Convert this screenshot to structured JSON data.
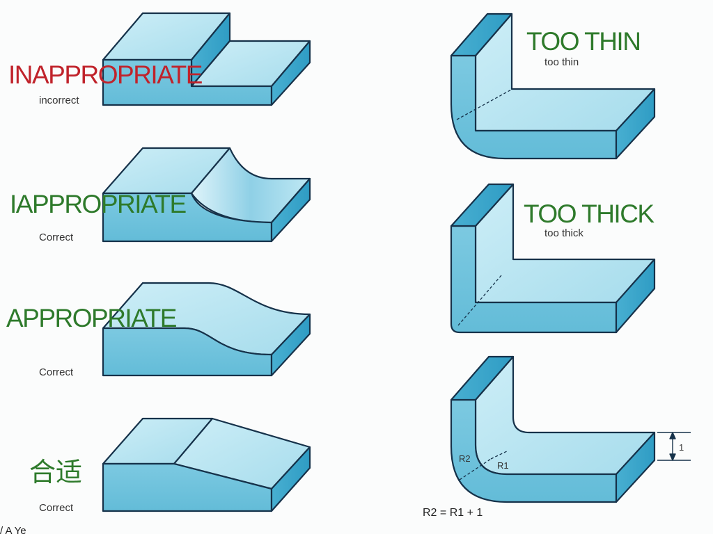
{
  "left_column": [
    {
      "heading": "INAPPROPRIATE",
      "sub": "incorrect",
      "heading_color": "#c0232b"
    },
    {
      "heading": "IAPPROPRIATE",
      "sub": "Correct",
      "heading_color": "#2e7a2b"
    },
    {
      "heading": "APPROPRIATE",
      "sub": "Correct",
      "heading_color": "#2e7a2b"
    },
    {
      "heading": "合适",
      "sub": "Correct",
      "heading_color": "#2e7a2b"
    }
  ],
  "right_column": [
    {
      "heading": "TOO THIN",
      "sub": "too thin",
      "heading_color": "#2e7a2b"
    },
    {
      "heading": "TOO THICK",
      "sub": "too thick",
      "heading_color": "#2e7a2b"
    },
    {
      "r2_label": "R2",
      "r1_label": "R1",
      "thickness_label": "1",
      "formula": "R2 = R1 + 1"
    }
  ],
  "footer_fragment": "/ A Ye",
  "colors": {
    "top": "#aee0ee",
    "front": "#6ec3dd",
    "side": "#3aa7cc",
    "edge": "#16324a"
  }
}
